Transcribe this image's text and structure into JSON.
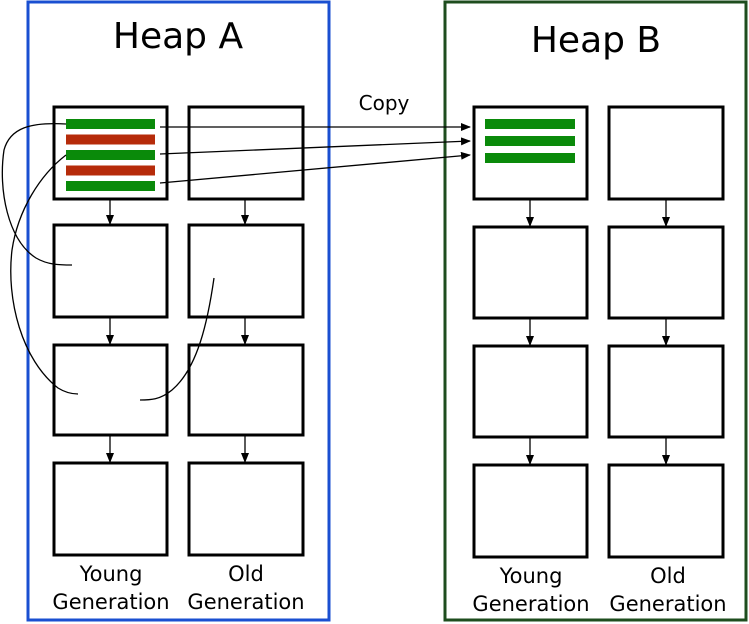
{
  "colors": {
    "heap_a_border": "#1a4fd1",
    "heap_b_border": "#1e4d1e",
    "live_object": "#0a8a0a",
    "dead_object": "#b62b0a"
  },
  "heap_a": {
    "title": "Heap A",
    "young_label_1": "Young",
    "young_label_2": "Generation",
    "old_label_1": "Old",
    "old_label_2": "Generation"
  },
  "heap_b": {
    "title": "Heap B",
    "young_label_1": "Young",
    "young_label_2": "Generation",
    "old_label_1": "Old",
    "old_label_2": "Generation"
  },
  "copy_label": "Copy",
  "heap_a_objects": [
    "live",
    "dead",
    "live",
    "dead",
    "live"
  ],
  "heap_b_objects": [
    "live",
    "live",
    "live"
  ]
}
